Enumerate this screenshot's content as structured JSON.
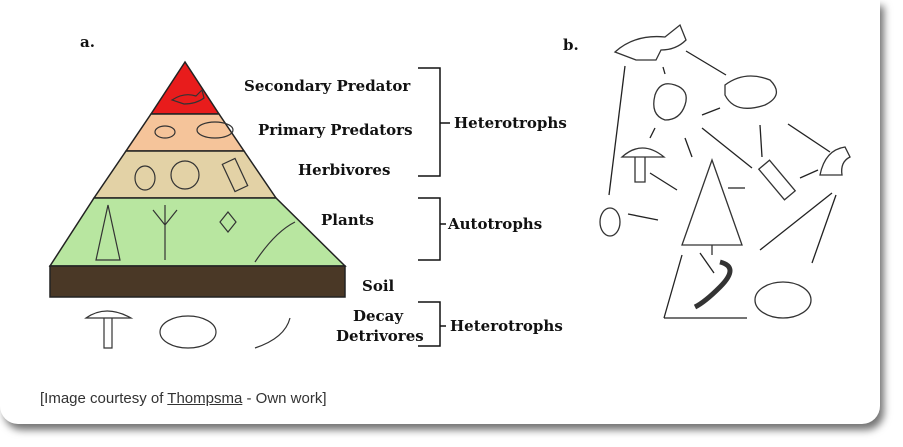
{
  "panel_a": {
    "label": "a.",
    "tiers": [
      "Secondary Predator",
      "Primary Predators",
      "Herbivores",
      "Plants",
      "Soil"
    ],
    "decay": [
      "Decay",
      "Detrivores"
    ],
    "groups": [
      "Heterotrophs",
      "Autotrophs",
      "Heterotrophs"
    ]
  },
  "panel_b": {
    "label": "b."
  },
  "caption": {
    "prefix": "[Image courtesy of ",
    "link": "Thompsma",
    "suffix": " - Own work]"
  },
  "colors": {
    "red": "#e81c1c",
    "peach": "#f5c49a",
    "tan": "#e3d2a6",
    "green": "#b8e6a0",
    "soil": "#4a3826"
  }
}
